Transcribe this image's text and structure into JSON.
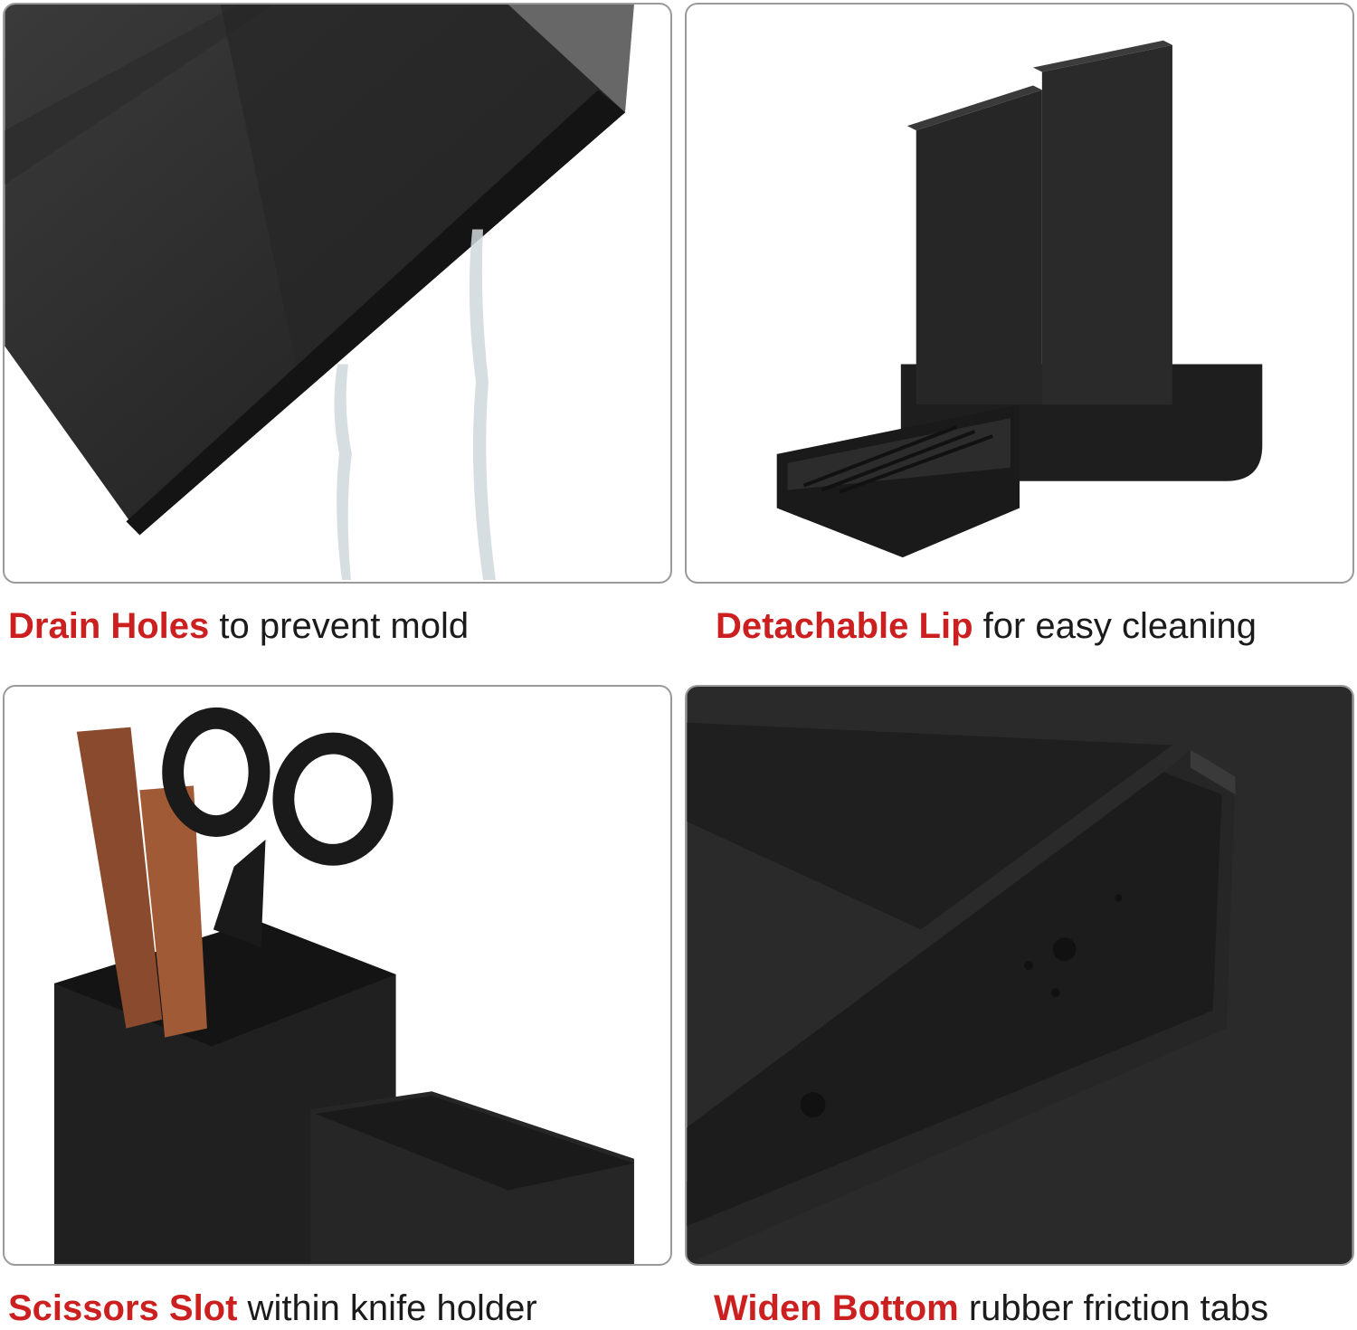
{
  "colors": {
    "highlight": "#cc1f1f",
    "text": "#1b1b1b",
    "panel_border": "#9a9a9a",
    "product": "#232323"
  },
  "panels": [
    {
      "name": "drain-holes",
      "caption_highlight": "Drain Holes",
      "caption_rest": " to prevent mold",
      "image_subject": "water-draining-image"
    },
    {
      "name": "detachable-lip",
      "caption_highlight": "Detachable Lip",
      "caption_rest": " for easy cleaning",
      "image_subject": "holder-with-tray-image"
    },
    {
      "name": "scissors-slot",
      "caption_highlight": "Scissors Slot",
      "caption_rest": " within knife holder",
      "image_subject": "knives-scissors-image"
    },
    {
      "name": "widen-bottom",
      "caption_highlight": "Widen Bottom",
      "caption_rest": " rubber friction tabs",
      "image_subject": "bottom-view-image"
    }
  ]
}
